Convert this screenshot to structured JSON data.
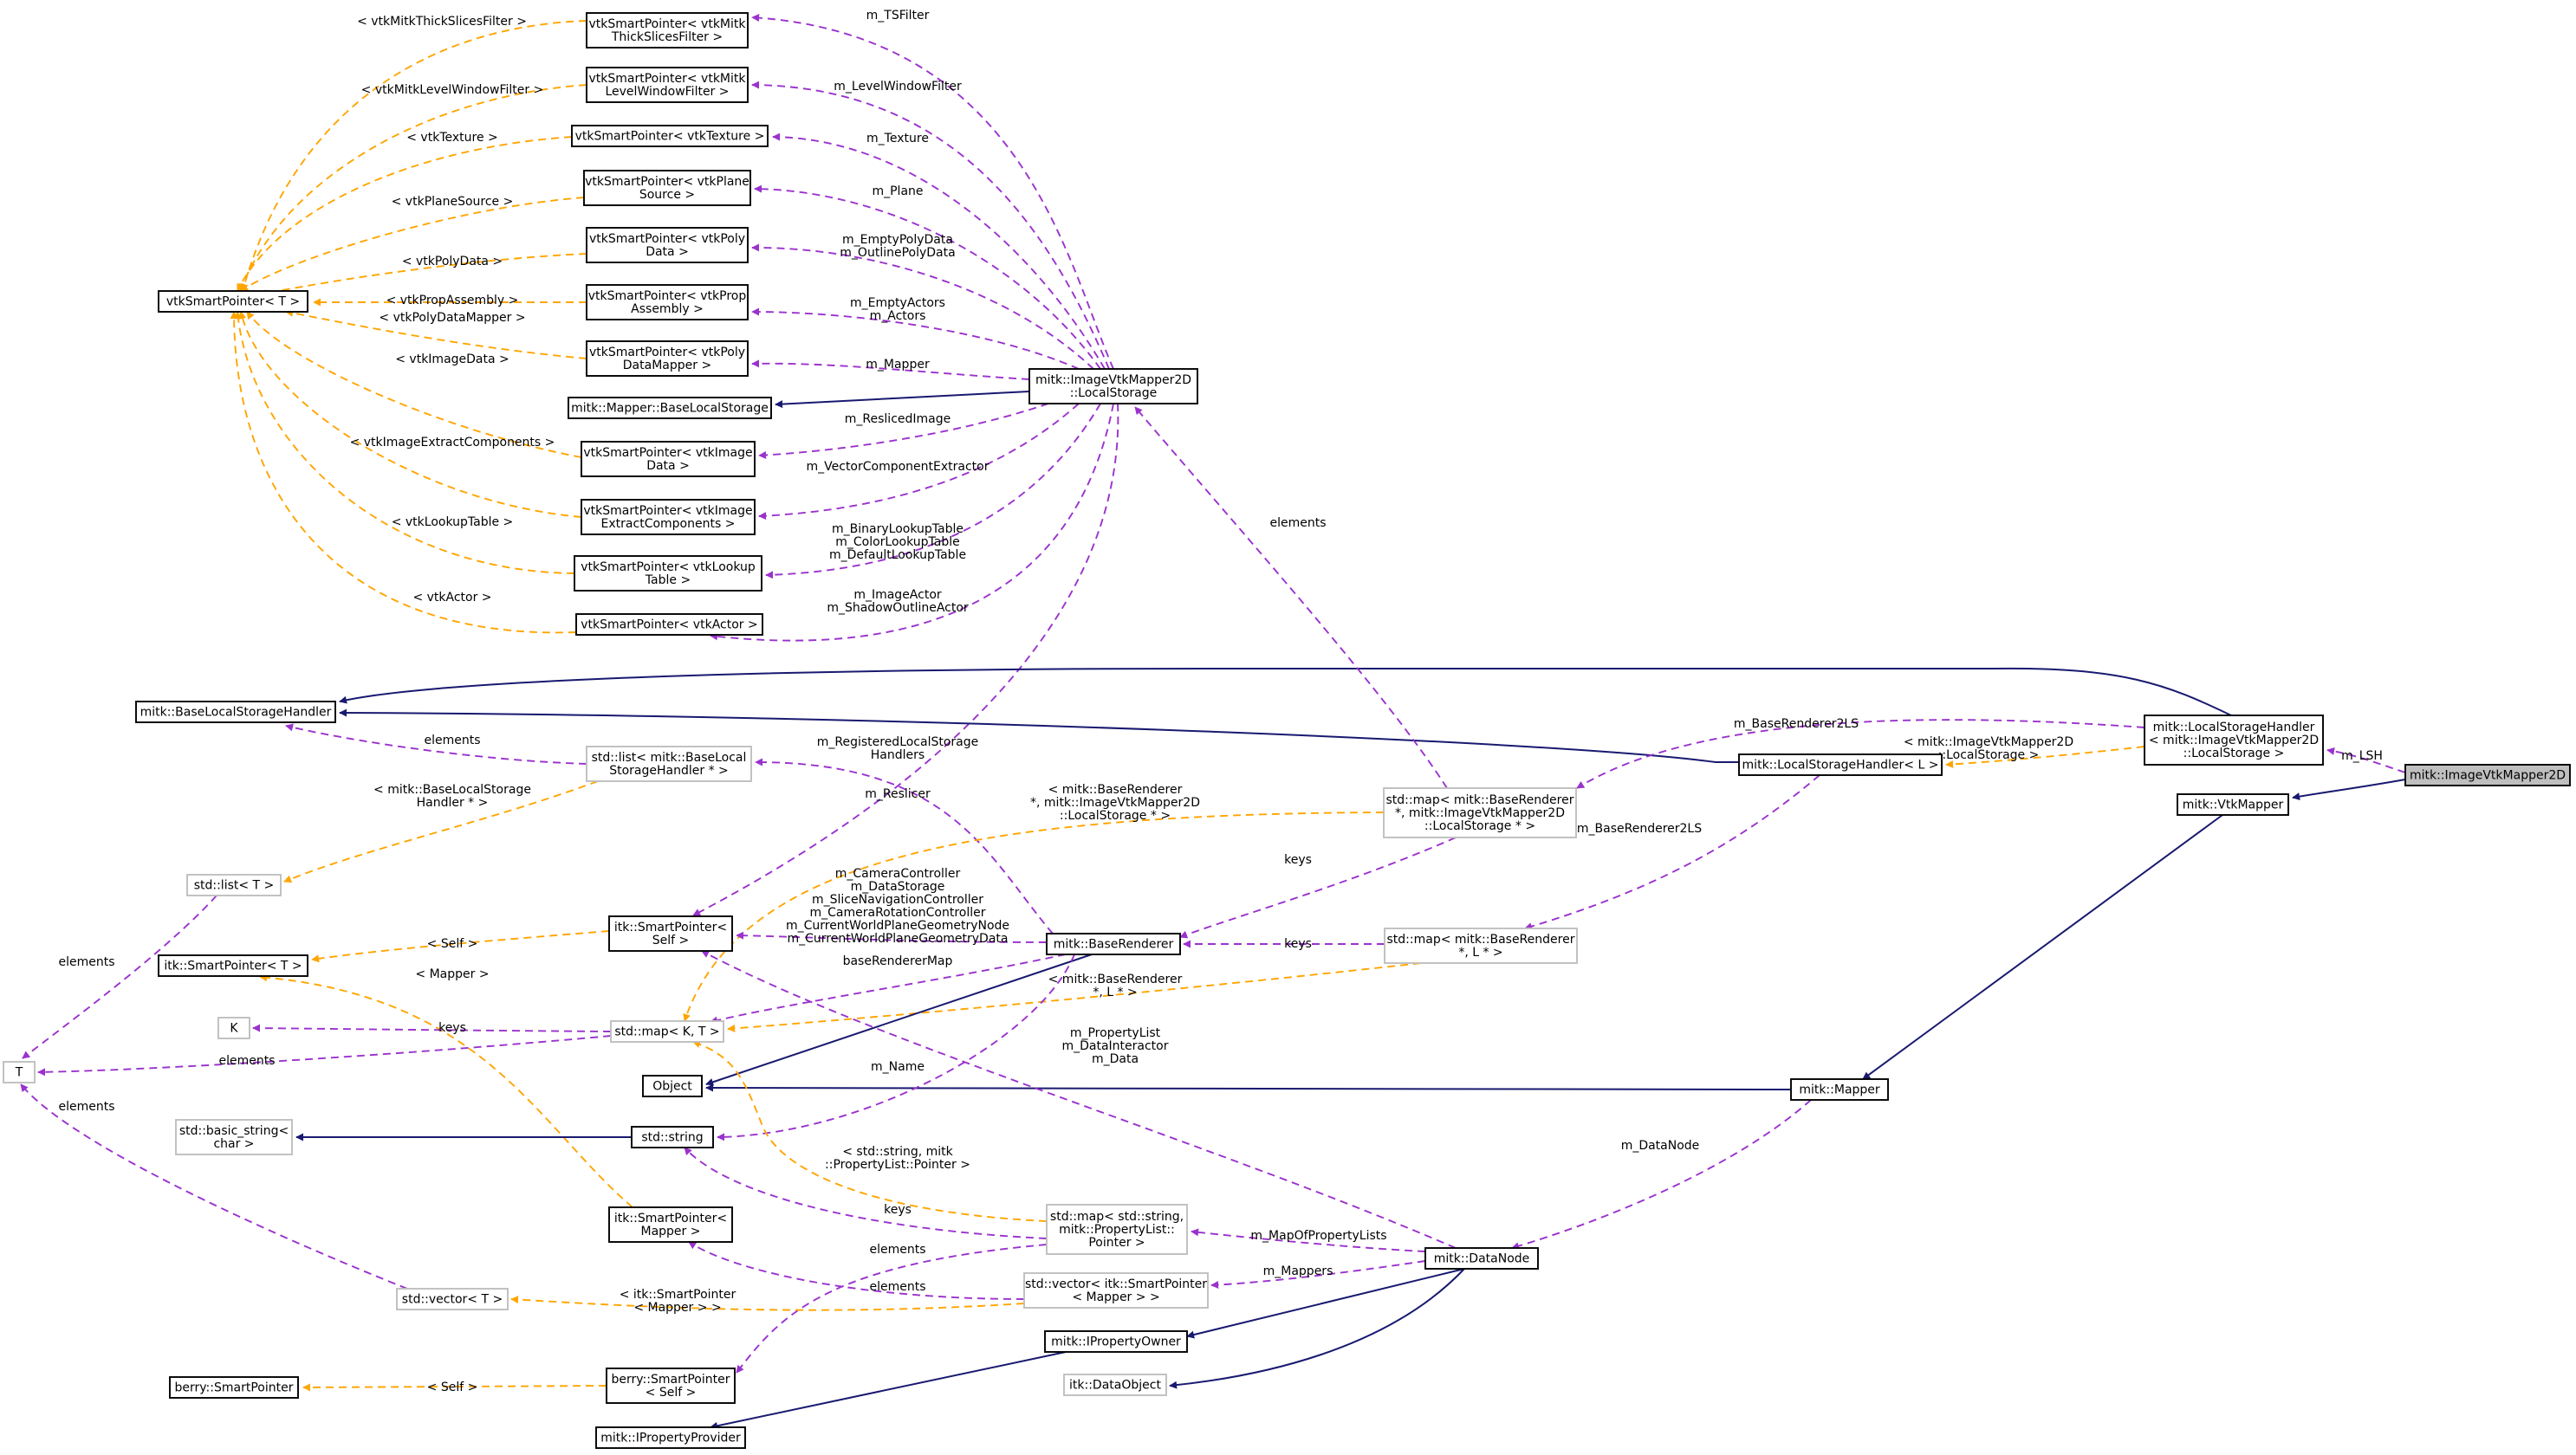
{
  "nodes": {
    "vtksp_thick": [
      "vtkSmartPointer< vtkMitk",
      "ThickSlicesFilter >"
    ],
    "vtksp_lwf": [
      "vtkSmartPointer< vtkMitk",
      "LevelWindowFilter >"
    ],
    "vtksp_texture": [
      "vtkSmartPointer< vtkTexture >"
    ],
    "vtksp_plane": [
      "vtkSmartPointer< vtkPlane",
      "Source >"
    ],
    "vtksp_polydata": [
      "vtkSmartPointer< vtkPoly",
      "Data >"
    ],
    "vtksp_propasm": [
      "vtkSmartPointer< vtkProp",
      "Assembly >"
    ],
    "vtksp_pdmapper": [
      "vtkSmartPointer< vtkPoly",
      "DataMapper >"
    ],
    "vtksp_T": [
      "vtkSmartPointer< T >"
    ],
    "base_local_storage": [
      "mitk::Mapper::BaseLocalStorage"
    ],
    "vtksp_imagedata": [
      "vtkSmartPointer< vtkImage",
      "Data >"
    ],
    "vtksp_iec": [
      "vtkSmartPointer< vtkImage",
      "ExtractComponents >"
    ],
    "vtksp_lut": [
      "vtkSmartPointer< vtkLookup",
      "Table >"
    ],
    "vtksp_actor": [
      "vtkSmartPointer< vtkActor >"
    ],
    "local_storage": [
      "mitk::ImageVtkMapper2D",
      "::LocalStorage"
    ],
    "base_lsh": [
      "mitk::BaseLocalStorageHandler"
    ],
    "std_list_blsh": [
      "std::list< mitk::BaseLocal",
      "StorageHandler * >"
    ],
    "map_br_ls": [
      "std::map< mitk::BaseRenderer",
      "*, mitk::ImageVtkMapper2D",
      "::LocalStorage * >"
    ],
    "lsh_L": [
      "mitk::LocalStorageHandler< L >"
    ],
    "lsh_image": [
      "mitk::LocalStorageHandler",
      "< mitk::ImageVtkMapper2D",
      "::LocalStorage >"
    ],
    "image_mapper": [
      "mitk::ImageVtkMapper2D"
    ],
    "vtk_mapper": [
      "mitk::VtkMapper"
    ],
    "std_list_T": [
      "std::list< T >"
    ],
    "itk_sp_self": [
      "itk::SmartPointer<",
      "Self >"
    ],
    "itk_sp_T": [
      "itk::SmartPointer< T >"
    ],
    "base_renderer": [
      "mitk::BaseRenderer"
    ],
    "map_br_L": [
      "std::map< mitk::BaseRenderer",
      "*, L * >"
    ],
    "K": [
      "K"
    ],
    "map_K_T": [
      "std::map< K, T >"
    ],
    "T": [
      "T"
    ],
    "object": [
      "Object"
    ],
    "mapper": [
      "mitk::Mapper"
    ],
    "basic_string": [
      "std::basic_string<",
      "char >"
    ],
    "std_string": [
      "std::string"
    ],
    "itk_sp_mapper": [
      "itk::SmartPointer<",
      "Mapper >"
    ],
    "map_str_pl": [
      "std::map< std::string,",
      "mitk::PropertyList::",
      "Pointer >"
    ],
    "std_vector_T": [
      "std::vector< T >"
    ],
    "vec_itk_mapper": [
      "std::vector< itk::SmartPointer",
      "< Mapper > >"
    ],
    "data_node": [
      "mitk::DataNode"
    ],
    "iproperty_owner": [
      "mitk::IPropertyOwner"
    ],
    "itk_dataobject": [
      "itk::DataObject"
    ],
    "berry_sp": [
      "berry::SmartPointer"
    ],
    "berry_sp_self": [
      "berry::SmartPointer",
      "< Self >"
    ],
    "iproperty_provider": [
      "mitk::IPropertyProvider"
    ]
  },
  "labels": {
    "tsfilter": [
      "m_TSFilter"
    ],
    "lwfilter": [
      "m_LevelWindowFilter"
    ],
    "texture": [
      "m_Texture"
    ],
    "plane": [
      "m_Plane"
    ],
    "polydata": [
      "m_EmptyPolyData",
      "m_OutlinePolyData"
    ],
    "actors": [
      "m_EmptyActors",
      "m_Actors"
    ],
    "mapper": [
      "m_Mapper"
    ],
    "resliced": [
      "m_ReslicedImage"
    ],
    "vce": [
      "m_VectorComponentExtractor"
    ],
    "luts": [
      "m_BinaryLookupTable",
      "m_ColorLookupTable",
      "m_DefaultLookupTable"
    ],
    "imgactor": [
      "m_ImageActor",
      "m_ShadowOutlineActor"
    ],
    "t_thick": [
      "< vtkMitkThickSlicesFilter >"
    ],
    "t_lwf": [
      "< vtkMitkLevelWindowFilter >"
    ],
    "t_texture": [
      "< vtkTexture >"
    ],
    "t_plane": [
      "< vtkPlaneSource >"
    ],
    "t_polydata": [
      "< vtkPolyData >"
    ],
    "t_propasm": [
      "< vtkPropAssembly >"
    ],
    "t_pdmapper": [
      "< vtkPolyDataMapper >"
    ],
    "t_imagedata": [
      "< vtkImageData >"
    ],
    "t_iec": [
      "< vtkImageExtractComponents >"
    ],
    "t_lut": [
      "< vtkLookupTable >"
    ],
    "t_actor": [
      "< vtkActor >"
    ],
    "elements_ls": [
      "elements"
    ],
    "br2ls_1": [
      "m_BaseRenderer2LS"
    ],
    "t_lsh_image": [
      "< mitk::ImageVtkMapper2D",
      "::LocalStorage >"
    ],
    "lsh": [
      "m_LSH"
    ],
    "elements_blsh": [
      "elements"
    ],
    "reg_lsh": [
      "m_RegisteredLocalStorage",
      "Handlers"
    ],
    "t_map_br_ls": [
      "< mitk::BaseRenderer",
      "*, mitk::ImageVtkMapper2D",
      "::LocalStorage * >"
    ],
    "reslicer": [
      "m_Reslicer"
    ],
    "t_list_blsh": [
      "< mitk::BaseLocalStorage",
      "Handler * >"
    ],
    "br2ls_2": [
      "m_BaseRenderer2LS"
    ],
    "keys_ls": [
      "keys"
    ],
    "elements_list": [
      "elements"
    ],
    "t_self_itk": [
      "< Self >"
    ],
    "br_members": [
      "m_CameraController",
      "m_DataStorage",
      "m_SliceNavigationController",
      "m_CameraRotationController",
      "m_CurrentWorldPlaneGeometryNode",
      "m_CurrentWorldPlaneGeometryData"
    ],
    "keys_L": [
      "keys"
    ],
    "br_map": [
      "baseRendererMap"
    ],
    "t_mapper": [
      "< Mapper >"
    ],
    "t_map_br_L": [
      "< mitk::BaseRenderer",
      "*, L * >"
    ],
    "keys_K": [
      "keys"
    ],
    "elements_T": [
      "elements"
    ],
    "elements_vec": [
      "elements"
    ],
    "dn_members": [
      "m_PropertyList",
      "m_DataInteractor",
      "m_Data"
    ],
    "name": [
      "m_Name"
    ],
    "datanode": [
      "m_DataNode"
    ],
    "t_str_pl": [
      "< std::string, mitk",
      "::PropertyList::Pointer >"
    ],
    "keys_str": [
      "keys"
    ],
    "map_pl": [
      "m_MapOfPropertyLists"
    ],
    "elements_pl": [
      "elements"
    ],
    "mappers": [
      "m_Mappers"
    ],
    "elements_vmap": [
      "elements"
    ],
    "t_vec_itk": [
      "< itk::SmartPointer",
      "< Mapper > >"
    ],
    "t_self_berry": [
      "< Self >"
    ]
  },
  "colors": {
    "inheritance": "#191970",
    "member": "#9a32cd",
    "template": "#ffa500",
    "node_border": "#000000",
    "external_border": "#bfbfbf",
    "highlight_fill": "#bfbfbf"
  }
}
